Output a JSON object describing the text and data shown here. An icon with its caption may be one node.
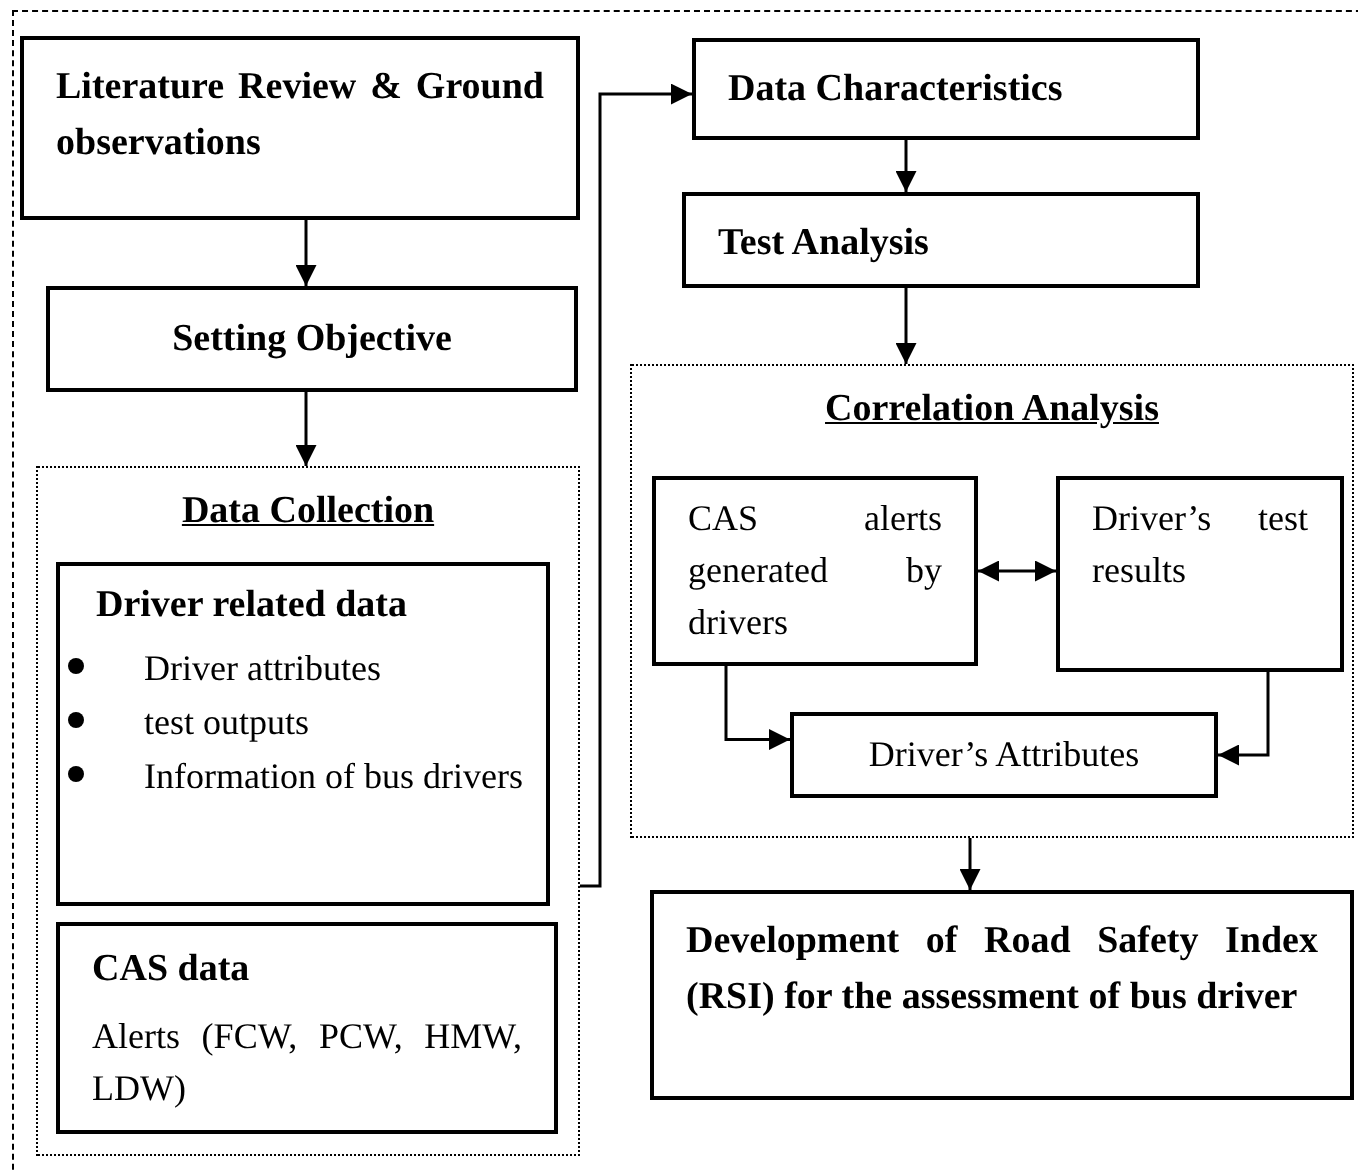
{
  "diagram": {
    "nodes": [
      {
        "text": [
          "Literature Review & Ground observations"
        ]
      },
      {
        "text": [
          "Setting Objective"
        ]
      },
      {
        "text": [
          "Data Collection"
        ]
      },
      {
        "text": [
          "Driver related data",
          "Driver attributes",
          "test outputs",
          "Information of bus drivers"
        ],
        "in": 2
      },
      {
        "text": [
          "CAS data",
          "Alerts (FCW, PCW, HMW, LDW)"
        ],
        "in": 2
      },
      {
        "text": [
          "Data Characteristics"
        ]
      },
      {
        "text": [
          "Test Analysis"
        ]
      },
      {
        "text": [
          "Correlation Analysis"
        ]
      },
      {
        "text": [
          "CAS alerts generated by drivers"
        ],
        "in": 7
      },
      {
        "text": [
          "Driver’s test results"
        ],
        "in": 7
      },
      {
        "text": [
          "Driver’s Attributes"
        ],
        "in": 7
      },
      {
        "text": [
          "Development of Road Safety Index (RSI) for the assessment of bus driver"
        ]
      }
    ],
    "edges": [
      {
        "from": 0,
        "to": 1,
        "arrow": "to"
      },
      {
        "from": 1,
        "to": 2,
        "arrow": "to"
      },
      {
        "from": 2,
        "to": 5,
        "arrow": "to"
      },
      {
        "from": 5,
        "to": 6,
        "arrow": "to"
      },
      {
        "from": 6,
        "to": 7,
        "arrow": "to"
      },
      {
        "from": 8,
        "to": 9,
        "arrow": "both"
      },
      {
        "from": 8,
        "to": 10,
        "arrow": "to"
      },
      {
        "from": 9,
        "to": 10,
        "arrow": "to"
      },
      {
        "from": 7,
        "to": 11,
        "arrow": "to"
      }
    ]
  }
}
